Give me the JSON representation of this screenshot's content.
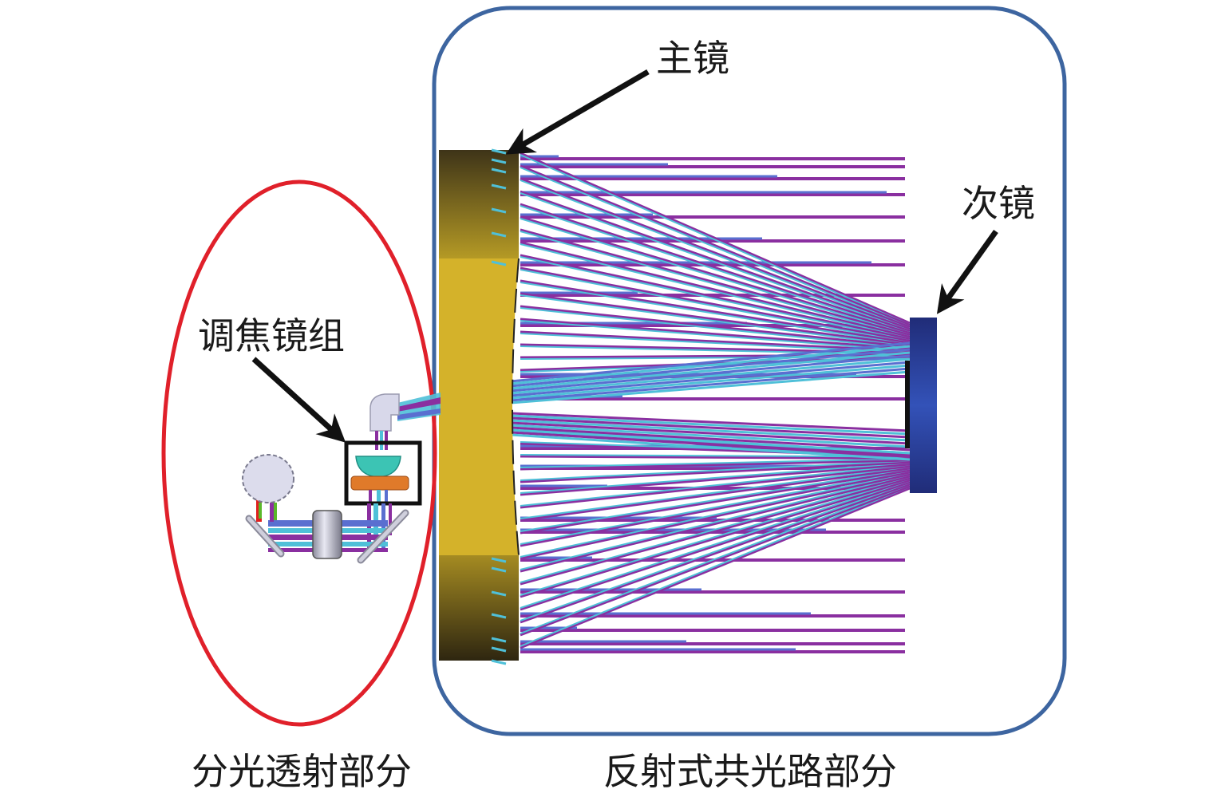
{
  "diagram": {
    "type": "optical-system-schematic",
    "labels": {
      "primary_mirror": "主镜",
      "secondary_mirror": "次镜",
      "focusing_lens_group": "调焦镜组",
      "spectral_transmission_part": "分光透射部分",
      "reflective_common_path_part": "反射式共光路部分"
    },
    "regions": [
      {
        "id": "spectral-transmission",
        "shape": "ellipse",
        "label_key": "spectral_transmission_part",
        "color": "#e0202a"
      },
      {
        "id": "reflective-common-path",
        "shape": "rounded-rectangle",
        "label_key": "reflective_common_path_part",
        "color": "#3d65a0"
      }
    ],
    "components": [
      {
        "id": "primary-mirror",
        "label_key": "primary_mirror",
        "color": "#d4b22a",
        "shade_color": "#5a4a1a"
      },
      {
        "id": "secondary-mirror",
        "label_key": "secondary_mirror",
        "color": "#2f4aa8"
      },
      {
        "id": "focusing-lens-group",
        "label_key": "focusing_lens_group",
        "lens_color": "#3cc4b4",
        "mount_color": "#e07a2a",
        "frame_color": "#111111"
      },
      {
        "id": "elbow-prism",
        "color": "#d8d8ea"
      },
      {
        "id": "relay-lens",
        "color": "#cfcfdc"
      },
      {
        "id": "detector-disk",
        "color": "#dcdcec"
      },
      {
        "id": "fold-mirror-left",
        "color": "#b8b8c8"
      },
      {
        "id": "fold-mirror-right",
        "color": "#b8b8c8"
      }
    ],
    "ray_colors": [
      "#8a2fa0",
      "#5a6fd0",
      "#4fc0d8"
    ],
    "arrows": [
      {
        "points_to": "primary-mirror",
        "label_key": "primary_mirror"
      },
      {
        "points_to": "secondary-mirror",
        "label_key": "secondary_mirror"
      },
      {
        "points_to": "focusing-lens-group",
        "label_key": "focusing_lens_group"
      }
    ]
  }
}
